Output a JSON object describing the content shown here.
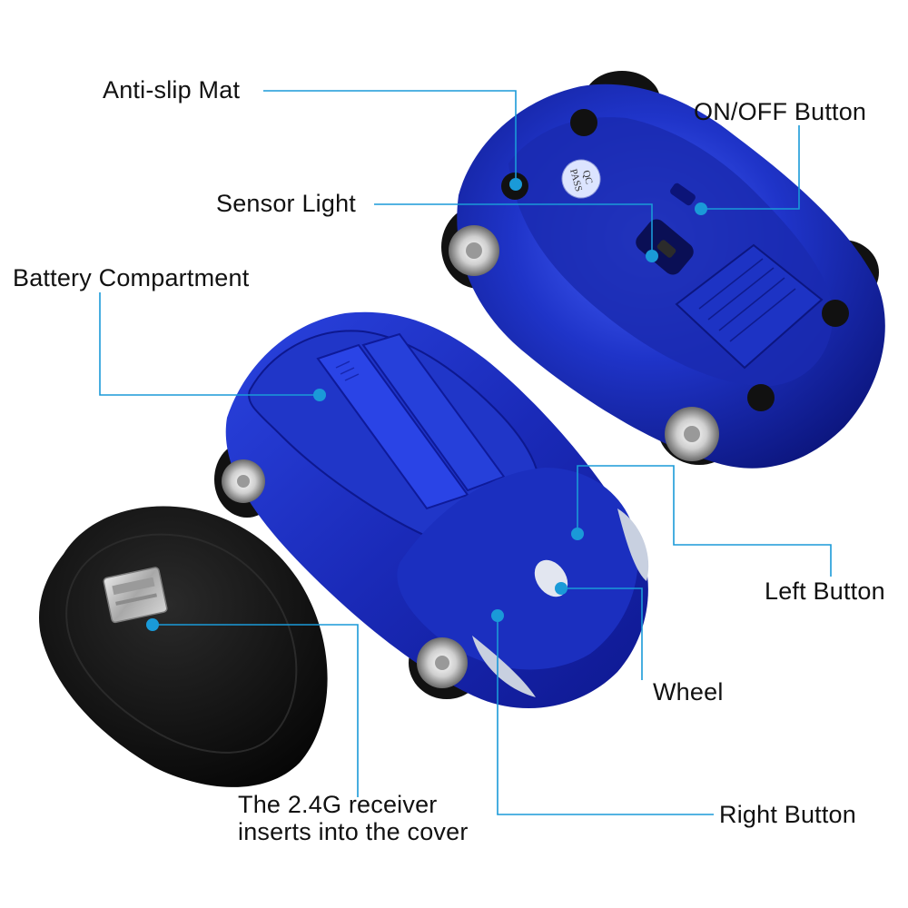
{
  "labels": {
    "anti_slip_mat": "Anti-slip Mat",
    "on_off_button": "ON/OFF Button",
    "sensor_light": "Sensor Light",
    "battery_compartment": "Battery Compartment",
    "left_button": "Left Button",
    "wheel": "Wheel",
    "receiver_line1": "The 2.4G receiver",
    "receiver_line2": "inserts into the cover",
    "right_button": "Right Button"
  },
  "stamp": {
    "line1": "QC",
    "line2": "PASS"
  },
  "colors": {
    "leader_line": "#1a9ad8",
    "leader_dot": "#1a9ad8",
    "car_body_blue": "#1a2fb8",
    "cover_black": "#0b0b0b",
    "receiver_metal": "#bdbdbd"
  }
}
